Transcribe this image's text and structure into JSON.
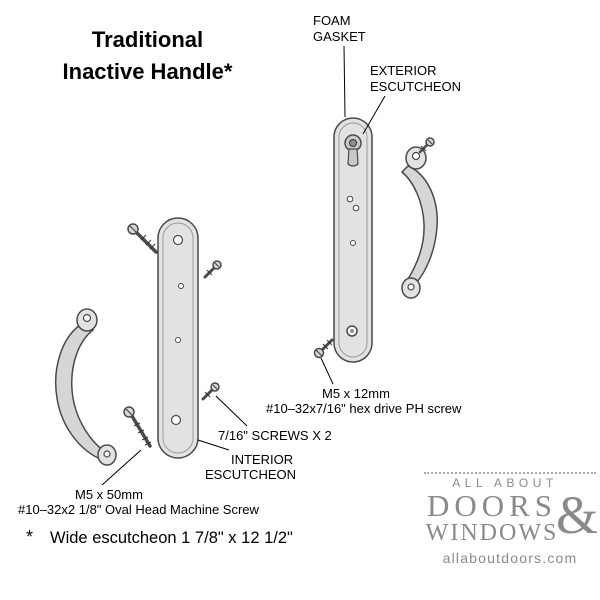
{
  "title": {
    "line1": "Traditional",
    "line2": "Inactive Handle*"
  },
  "callouts": {
    "foam_gasket": {
      "line1": "FOAM",
      "line2": "GASKET"
    },
    "exterior_escutcheon": {
      "line1": "EXTERIOR",
      "line2": "ESCUTCHEON"
    },
    "m5x12": {
      "line1": "M5 x 12mm",
      "line2": "#10–32x7/16\" hex drive PH screw"
    },
    "screws_7_16": "7/16\" SCREWS X 2",
    "interior_escutcheon": {
      "line1": "INTERIOR",
      "line2": "ESCUTCHEON"
    },
    "m5x50": {
      "line1": "M5 x 50mm",
      "line2": "#10–32x2 1/8\" Oval Head Machine Screw"
    }
  },
  "footnote": {
    "marker": "*",
    "text": "Wide escutcheon 1 7/8\" x 12 1/2\""
  },
  "logo": {
    "top": "ALL ABOUT",
    "doors": "DOORS",
    "ampersand": "&",
    "windows": "WINDOWS",
    "url": "allaboutdoors.com"
  },
  "colors": {
    "outline": "#4a4a4a",
    "metal_fill": "#e2e2e2",
    "logo_gray": "#8a8a8a",
    "background": "#ffffff"
  }
}
